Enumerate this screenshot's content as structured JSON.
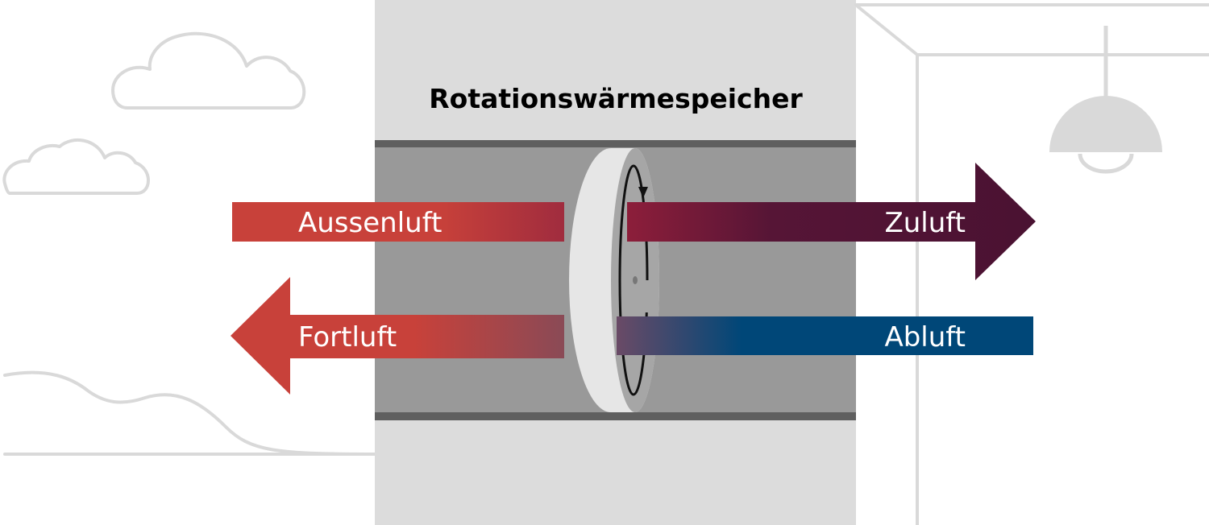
{
  "title": "Rotationswärmespeicher",
  "flows": {
    "outside_air": {
      "label": "Aussenluft"
    },
    "supply_air": {
      "label": "Zuluft"
    },
    "exhaust_air": {
      "label": "Fortluft"
    },
    "extract_air": {
      "label": "Abluft"
    }
  },
  "colors": {
    "warm_red": "#c8413a",
    "supply_purple": "#4a1232",
    "extract_blue": "#004778",
    "wall": "#dcdcdc",
    "duct": "#999999",
    "duct_edge": "#5f5f5f",
    "wheel": "#e6e6e6",
    "outline": "#d9d9d9"
  },
  "icons": {
    "rotation": "rotation-arrow-icon",
    "lamp": "ceiling-lamp-icon",
    "cloud": "cloud-icon"
  }
}
